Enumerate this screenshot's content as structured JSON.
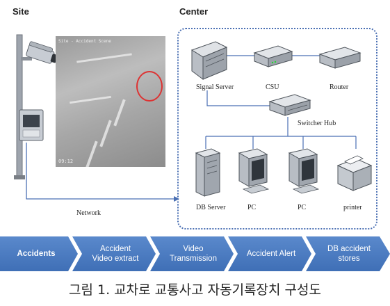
{
  "labels": {
    "site": "Site",
    "center": "Center",
    "network": "Network"
  },
  "camera_view": {
    "caption": "Site - Accident Scene",
    "timestamp": "09:12"
  },
  "devices": {
    "signal_server": "Signal Server",
    "csu": "CSU",
    "router": "Router",
    "switcher_hub": "Switcher Hub",
    "db_server": "DB Server",
    "pc1": "PC",
    "pc2": "PC",
    "printer": "printer"
  },
  "flow_steps": [
    {
      "label": "Accidents"
    },
    {
      "label": "Accident\nVideo extract"
    },
    {
      "label": "Video\nTransmission"
    },
    {
      "label": "Accident Alert"
    },
    {
      "label": "DB accident\nstores"
    }
  ],
  "colors": {
    "flow_blue": "#3f6fb6",
    "flow_blue_light": "#5a89cc",
    "center_border": "#4a6fb3",
    "line": "#4a6fb3",
    "highlight": "#d33333"
  },
  "figure_caption": "그림 1. 교차로 교통사고 자동기록장치 구성도"
}
